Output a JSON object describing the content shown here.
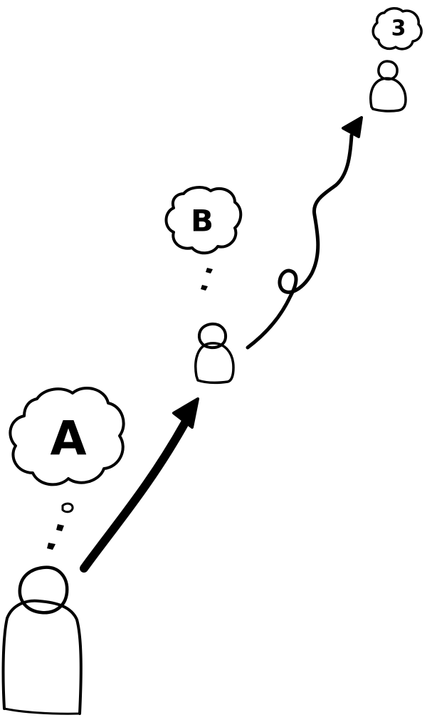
{
  "colors": {
    "ink": "#000000",
    "background": "#ffffff"
  },
  "thought_bubbles": [
    {
      "id": "a",
      "label": "A"
    },
    {
      "id": "b",
      "label": "B"
    },
    {
      "id": "c",
      "label": "3"
    }
  ]
}
